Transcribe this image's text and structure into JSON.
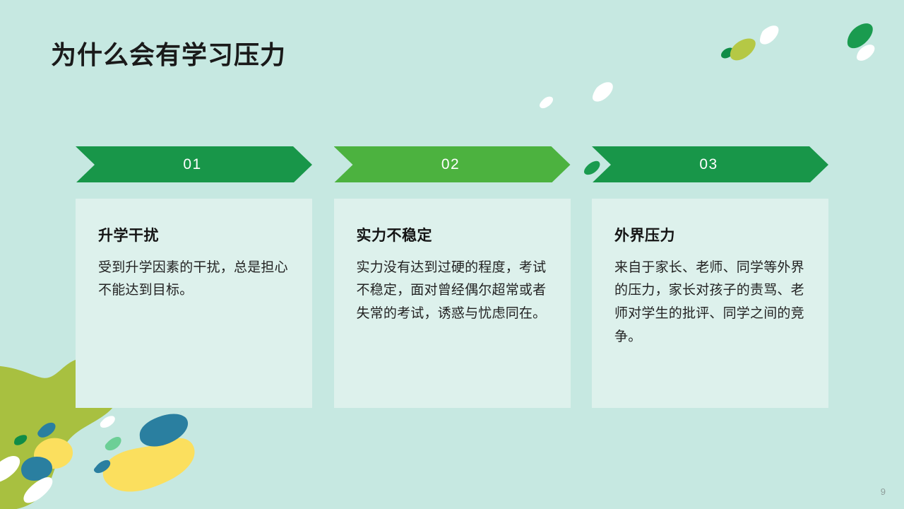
{
  "slide": {
    "title": "为什么会有学习压力",
    "page_number": "9",
    "background_color": "#c6e8e1",
    "card_background_color": "#ddf1ec",
    "title_color": "#1a1a1a",
    "page_number_color": "#8f9e9b"
  },
  "columns": [
    {
      "number": "01",
      "banner_color": "#189649",
      "title": "升学干扰",
      "body": "受到升学因素的干扰，总是担心不能达到目标。"
    },
    {
      "number": "02",
      "banner_color": "#4cb23f",
      "title": "实力不稳定",
      "body": "实力没有达到过硬的程度，考试不稳定，面对曾经偶尔超常或者失常的考试，诱惑与忧虑同在。"
    },
    {
      "number": "03",
      "banner_color": "#189649",
      "title": "外界压力",
      "body": "来自于家长、老师、同学等外界的压力，家长对孩子的责骂、老师对学生的批评、同学之间的竞争。"
    }
  ],
  "decorations": {
    "palette": {
      "olive": "#a8c040",
      "dark_green": "#189649",
      "teal_blue": "#2a7fa0",
      "yellow": "#fbdf5e",
      "mint_green": "#6ccf96",
      "white": "#ffffff"
    },
    "shapes": [
      {
        "name": "olive-blob-bottom-left"
      },
      {
        "name": "yellow-blob-small-left"
      },
      {
        "name": "yellow-blob-large-center"
      },
      {
        "name": "teal-blob-left"
      },
      {
        "name": "teal-blob-right"
      },
      {
        "name": "teal-dash-upper-left"
      },
      {
        "name": "teal-dash-lower-center"
      },
      {
        "name": "white-streak-left"
      },
      {
        "name": "white-streak-lower-left"
      },
      {
        "name": "white-dot-center"
      },
      {
        "name": "green-leaf-small-left"
      },
      {
        "name": "mint-leaf-center"
      },
      {
        "name": "green-leaf-top-right"
      },
      {
        "name": "olive-leaf-top-right"
      },
      {
        "name": "white-leaf-top-right"
      },
      {
        "name": "dark-green-leaf-far-right"
      },
      {
        "name": "white-leaf-far-right"
      },
      {
        "name": "white-leaf-top-center"
      },
      {
        "name": "white-leaf-small-top-center"
      },
      {
        "name": "green-leaf-near-chevron-three"
      }
    ]
  }
}
